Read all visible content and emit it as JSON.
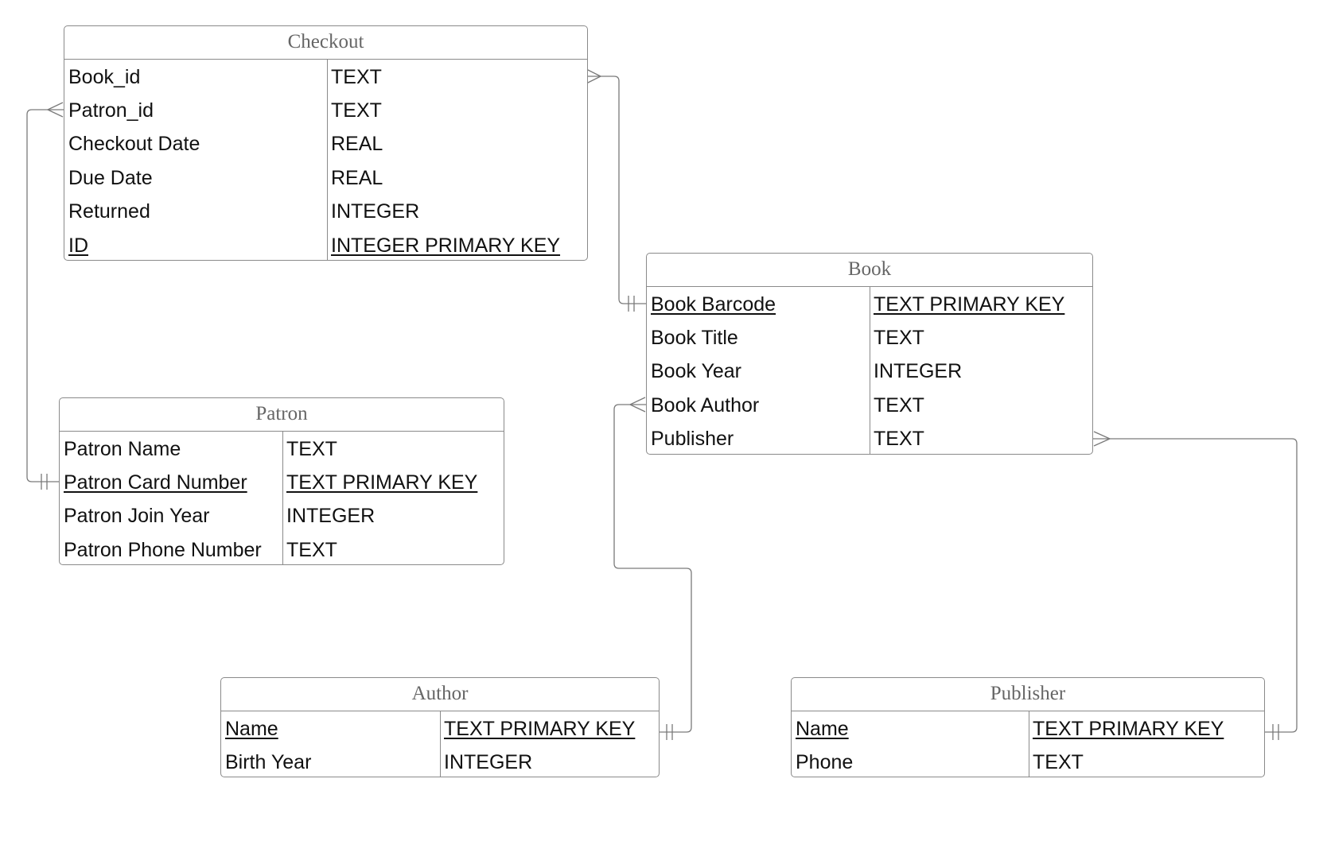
{
  "entities": {
    "checkout": {
      "title": "Checkout",
      "fields": [
        {
          "name": "Book_id",
          "type": "TEXT",
          "pk": false
        },
        {
          "name": "Patron_id",
          "type": "TEXT",
          "pk": false
        },
        {
          "name": "Checkout Date",
          "type": "REAL",
          "pk": false
        },
        {
          "name": "Due Date",
          "type": "REAL",
          "pk": false
        },
        {
          "name": "Returned",
          "type": "INTEGER",
          "pk": false
        },
        {
          "name": "ID",
          "type": "INTEGER PRIMARY KEY",
          "pk": true
        }
      ]
    },
    "book": {
      "title": "Book",
      "fields": [
        {
          "name": "Book Barcode",
          "type": "TEXT PRIMARY KEY",
          "pk": true
        },
        {
          "name": "Book Title",
          "type": "TEXT",
          "pk": false
        },
        {
          "name": "Book Year",
          "type": "INTEGER",
          "pk": false
        },
        {
          "name": "Book Author",
          "type": "TEXT",
          "pk": false
        },
        {
          "name": "Publisher",
          "type": "TEXT",
          "pk": false
        }
      ]
    },
    "patron": {
      "title": "Patron",
      "fields": [
        {
          "name": "Patron Name",
          "type": "TEXT",
          "pk": false
        },
        {
          "name": "Patron Card Number",
          "type": "TEXT PRIMARY KEY",
          "pk": true
        },
        {
          "name": "Patron Join Year",
          "type": "INTEGER",
          "pk": false
        },
        {
          "name": "Patron Phone Number",
          "type": "TEXT",
          "pk": false
        }
      ]
    },
    "author": {
      "title": "Author",
      "fields": [
        {
          "name": "Name",
          "type": "TEXT PRIMARY KEY",
          "pk": true
        },
        {
          "name": "Birth Year",
          "type": "INTEGER",
          "pk": false
        }
      ]
    },
    "publisher": {
      "title": "Publisher",
      "fields": [
        {
          "name": "Name",
          "type": "TEXT PRIMARY KEY",
          "pk": true
        },
        {
          "name": "Phone",
          "type": "TEXT",
          "pk": false
        }
      ]
    }
  },
  "relationships": [
    {
      "from": "checkout.Book_id",
      "to": "book.Book Barcode",
      "from_cardinality": "many",
      "to_cardinality": "one"
    },
    {
      "from": "checkout.Patron_id",
      "to": "patron.Patron Card Number",
      "from_cardinality": "many",
      "to_cardinality": "one"
    },
    {
      "from": "book.Book Author",
      "to": "author.Name",
      "from_cardinality": "many",
      "to_cardinality": "one"
    },
    {
      "from": "book.Publisher",
      "to": "publisher.Name",
      "from_cardinality": "many",
      "to_cardinality": "one"
    }
  ],
  "colors": {
    "border": "#8a8a8a",
    "header_text": "#666666",
    "field_text": "#111111",
    "connector": "#7a7a7a",
    "background": "#ffffff"
  }
}
